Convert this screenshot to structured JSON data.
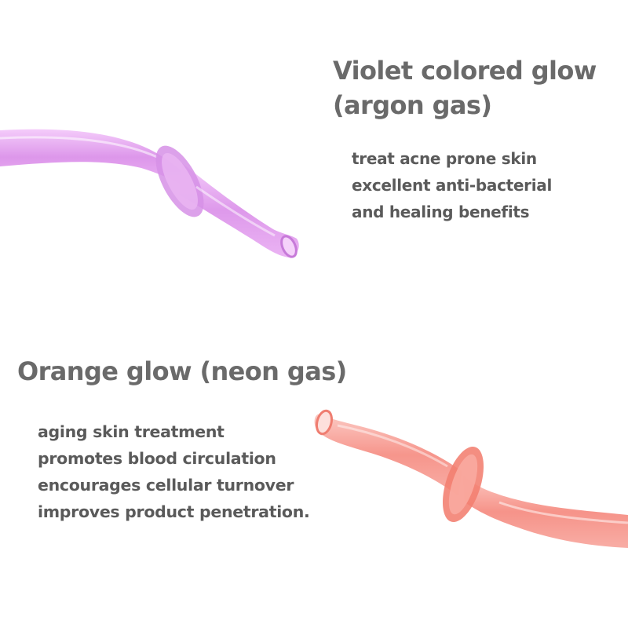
{
  "violet": {
    "title_line1": "Violet colored glow",
    "title_line2": "(argon gas)",
    "benefits": [
      "treat acne prone skin",
      "excellent anti-bacterial",
      "and healing benefits"
    ],
    "tube_color": "#d98be8"
  },
  "orange": {
    "title": "Orange glow (neon gas)",
    "benefits": [
      "aging skin treatment",
      "promotes blood circulation",
      "encourages cellular turnover",
      "improves product penetration."
    ],
    "tube_color": "#f5877c"
  }
}
